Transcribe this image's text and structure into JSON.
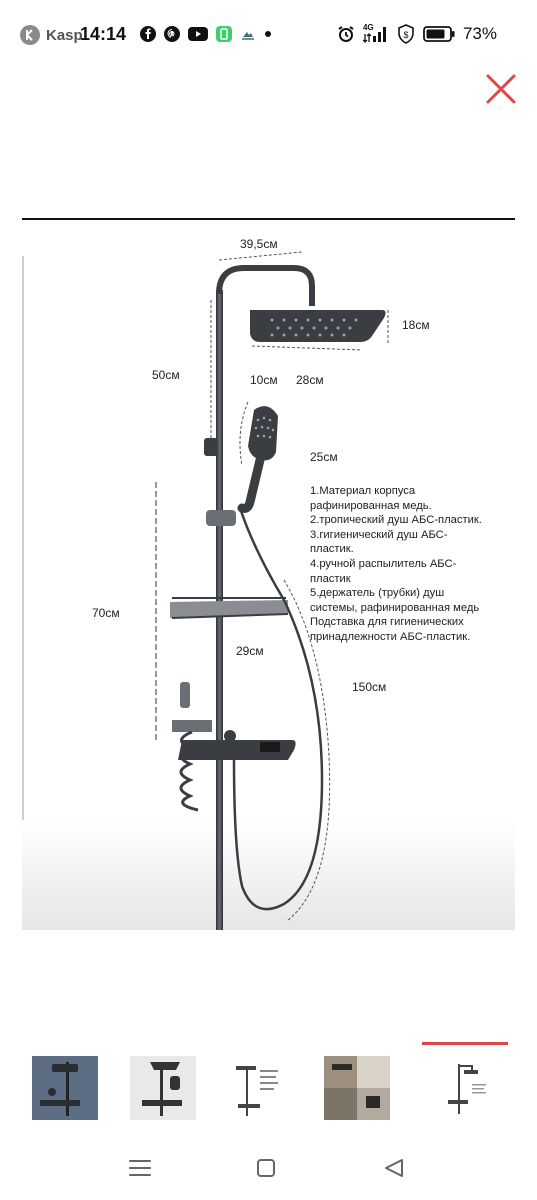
{
  "status_bar": {
    "app_name": "Kasp",
    "time": "14:14",
    "network": "4G",
    "battery": "73%"
  },
  "product_image": {
    "dimensions": {
      "top_arm": "39,5см",
      "head_height": "18см",
      "head_width": "28см",
      "arm_height": "50см",
      "hand_width": "10см",
      "hand_length": "25см",
      "rail_height": "70см",
      "shelf_depth": "29см",
      "hose_length": "150см"
    },
    "specs": [
      "1.Материал корпуса",
      "рафинированная медь.",
      "2.тропический душ АБС-пластик.",
      "3.гигиенический душ АБС-",
      "пластик.",
      "4.ручной распылитель АБС-",
      "пластик",
      "5.держатель (трубки) душ",
      "системы, рафинированная медь",
      "Подставка для гигиенических",
      "принадлежности АБС-пластик."
    ]
  },
  "thumbnails": {
    "count": 5,
    "selected_index": 4
  },
  "colors": {
    "accent": "#e04848",
    "fixture": "#3a3d42"
  }
}
